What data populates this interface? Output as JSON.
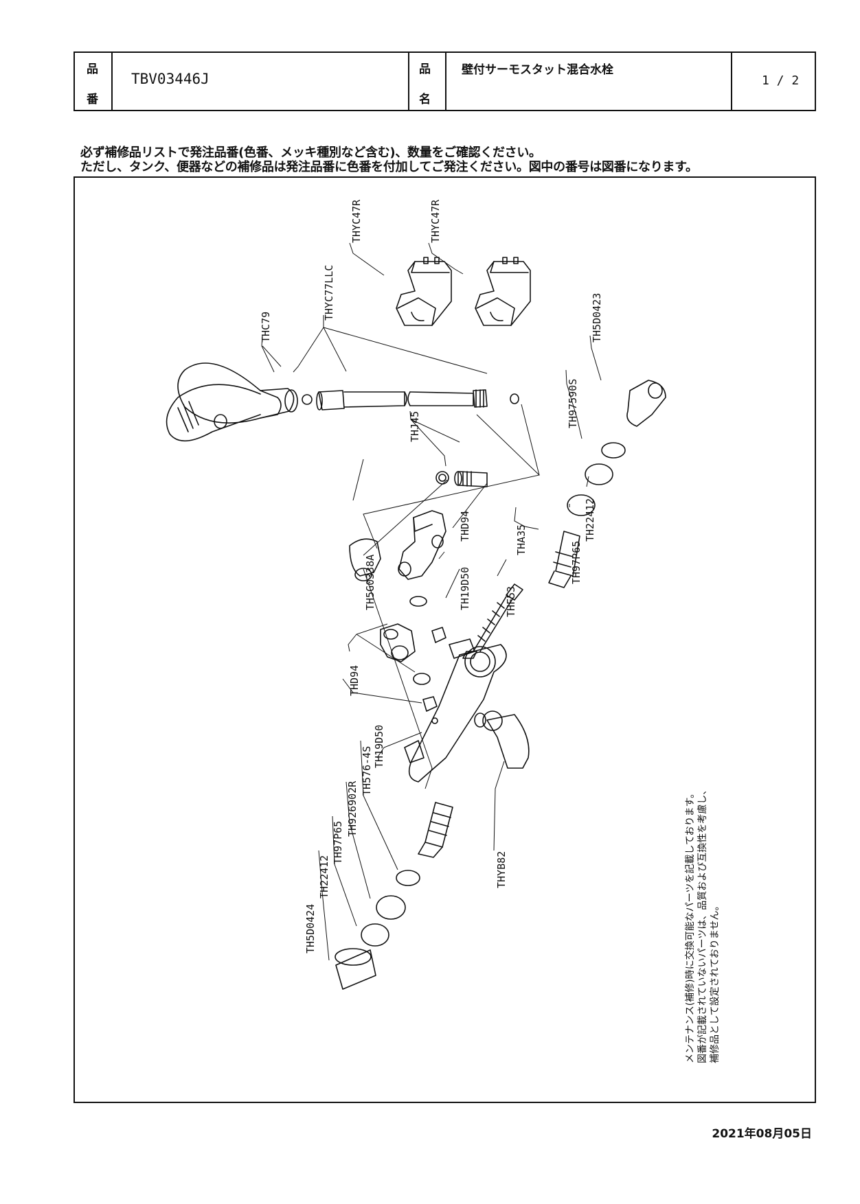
{
  "header": {
    "label_hinban_1": "品",
    "label_hinban_2": "番",
    "product_code": "TBV03446J",
    "label_hinmei_1": "品",
    "label_hinmei_2": "名",
    "product_name": "壁付サーモスタット混合水栓",
    "page": "1 / 2"
  },
  "notice": {
    "line1": "必ず補修品リストで発注品番(色番、メッキ種別など含む)、数量をご確認ください。",
    "line2": "ただし、タンク、便器などの補修品は発注品番に色番を付加してご発注ください。図中の番号は図番になります。"
  },
  "parts": {
    "thyc47r_a": "THYC47R",
    "thyc47r_b": "THYC47R",
    "thc79": "THC79",
    "thyc77llc": "THYC77LLC",
    "th5d0423": "TH5D0423",
    "th97590s": "TH97590S",
    "thj45": "THJ45",
    "th22412_top": "TH22412",
    "th97p65_top": "TH97P65",
    "tha35": "THA35",
    "thd94_top": "THD94",
    "th5g0338a": "TH5G0338A",
    "th19d50_top": "TH19D50",
    "thf53": "THF53",
    "thd94_bottom": "THD94",
    "th19d50_bottom": "TH19D50",
    "thyb82": "THYB82",
    "th576_4s": "TH576-4S",
    "th926902r": "TH926902R",
    "th97p65_bottom": "TH97P65",
    "th22412_bottom": "TH22412",
    "th5d0424": "TH5D0424"
  },
  "maintenance_note": {
    "line1": "メンテナンス(補修)時に交換可能なパーツを記載しております。",
    "line2": "図番が記載されていないパーツは、品質および互換性を考慮し、",
    "line3": "補修品として設定されておりません。"
  },
  "date": "2021年08月05日"
}
